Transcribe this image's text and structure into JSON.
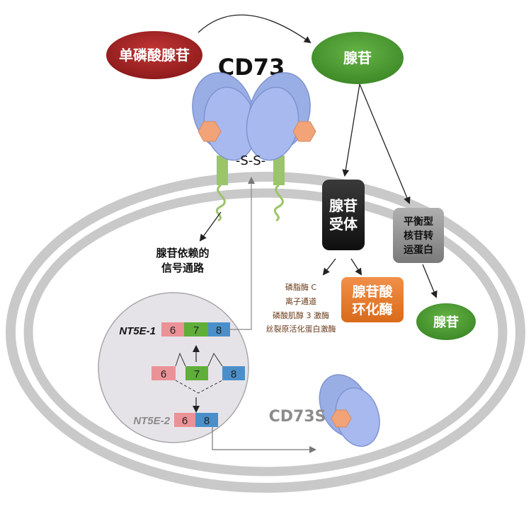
{
  "labels": {
    "amp": "单磷酸腺苷",
    "cd73": "CD73",
    "adenosine_top": "腺苷",
    "disulfide": "-S-S-",
    "receptor_line1": "腺苷",
    "receptor_line2": "受体",
    "transporter_line1": "平衡型",
    "transporter_line2": "核苷转",
    "transporter_line3": "运蛋白",
    "signal_line1": "腺苷依赖的",
    "signal_line2": "信号通路",
    "effector1": "磷脂酶 C",
    "effector2": "离子通道",
    "effector3": "磷酸肌醇 3 激酶",
    "effector4": "丝裂原活化蛋白激酶",
    "cyclase_line1": "腺苷酸",
    "cyclase_line2": "环化酶",
    "adenosine_inside": "腺苷",
    "nt5e1": "NT5E-1",
    "nt5e2": "NT5E-2",
    "cd73s": "CD73S",
    "exon6": "6",
    "exon7": "7",
    "exon8": "8"
  },
  "colors": {
    "amp_ellipse": "#a62525",
    "adenosine_ellipse": "#4e9a33",
    "receptor_box": "#1c1c1c",
    "transporter_box": "#8f8f8f",
    "cyclase_box": "#e67c2d",
    "protein_blue": "#9aaee6",
    "hexagon": "#f2a378",
    "membrane_gray": "#c8c8c8",
    "exon6": "#eb9297",
    "exon7": "#5fae3a",
    "exon8": "#4b8fca"
  }
}
